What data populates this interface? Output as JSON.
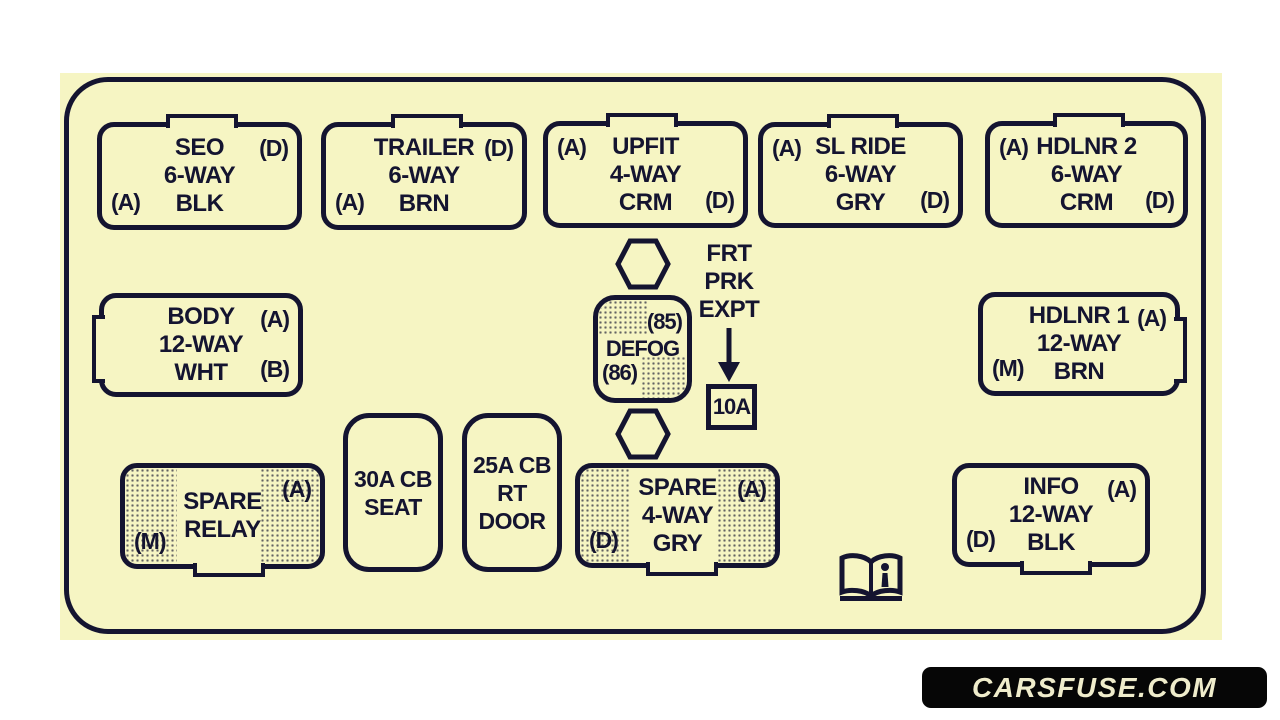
{
  "watermark": {
    "text": "CARSFUSE.COM"
  },
  "colors": {
    "panel_bg": "#f6f5c3",
    "line": "#141430",
    "watermark_bg": "#060606",
    "watermark_text": "#efeccb"
  },
  "icons": {
    "manual_reference": "open-book-info-icon",
    "relay_sockets": "hex-nut-icon",
    "callout_arrow": "down-arrow-icon"
  },
  "diagram": {
    "connectors": {
      "seo": {
        "lines": [
          "SEO",
          "6-WAY",
          "BLK"
        ],
        "tr": "(D)",
        "bl": "(A)"
      },
      "trailer": {
        "lines": [
          "TRAILER",
          "6-WAY",
          "BRN"
        ],
        "tr": "(D)",
        "bl": "(A)"
      },
      "upfit": {
        "lines": [
          "UPFIT",
          "4-WAY",
          "CRM"
        ],
        "tl": "(A)",
        "br": "(D)"
      },
      "sl_ride": {
        "lines": [
          "SL RIDE",
          "6-WAY",
          "GRY"
        ],
        "tl": "(A)",
        "br": "(D)"
      },
      "hdlnr2": {
        "lines": [
          "HDLNR 2",
          "6-WAY",
          "CRM"
        ],
        "tl": "(A)",
        "br": "(D)"
      },
      "body": {
        "lines": [
          "BODY",
          "12-WAY",
          "WHT"
        ],
        "tr": "(A)",
        "br": "(B)"
      },
      "hdlnr1": {
        "lines": [
          "HDLNR 1",
          "12-WAY",
          "BRN"
        ],
        "tr": "(A)",
        "bl": "(M)"
      },
      "spare_relay": {
        "lines": [
          "SPARE",
          "RELAY"
        ],
        "tr": "(A)",
        "bl": "(M)"
      },
      "cb_seat": {
        "lines": [
          "30A CB",
          "SEAT"
        ]
      },
      "cb_rt_door": {
        "lines": [
          "25A CB",
          "RT",
          "DOOR"
        ]
      },
      "spare_4way": {
        "lines": [
          "SPARE",
          "4-WAY",
          "GRY"
        ],
        "tr": "(A)",
        "bl": "(D)"
      },
      "info": {
        "lines": [
          "INFO",
          "12-WAY",
          "BLK"
        ],
        "tr": "(A)",
        "bl": "(D)"
      }
    },
    "defog": {
      "pin_top": "(85)",
      "label": "DEFOG",
      "pin_bottom": "(86)"
    },
    "callout": {
      "lines": [
        "FRT",
        "PRK",
        "EXPT"
      ],
      "fuse": "10A"
    }
  }
}
